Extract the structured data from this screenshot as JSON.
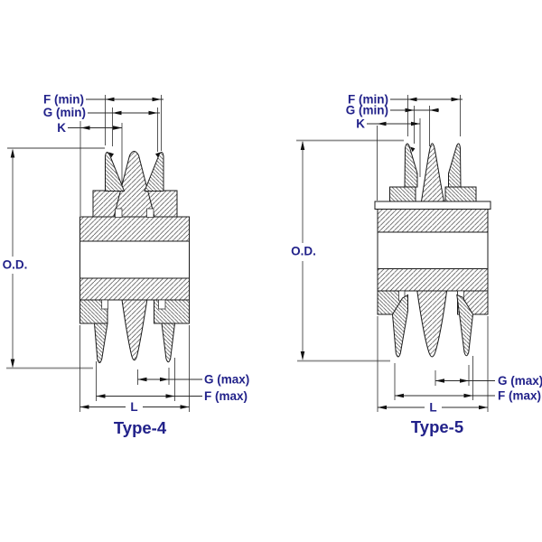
{
  "page": {
    "background": "#ffffff"
  },
  "colors": {
    "label_navy": "#22228a",
    "drawing_line": "#1a1a1a",
    "dimension_line": "#2b2b2b",
    "reference_gray": "#8f8f8f",
    "hatch": "#3c3c3c"
  },
  "diagrams": {
    "type4": {
      "title": "Type-4",
      "f_min": "F (min)",
      "g_min": "G (min)",
      "k": "K",
      "od": "O.D.",
      "g_max": "G (max)",
      "f_max": "F (max)",
      "l": "L"
    },
    "type5": {
      "title": "Type-5",
      "f_min": "F (min)",
      "g_min": "G (min)",
      "k": "K",
      "od": "O.D.",
      "g_max": "G (max)",
      "f_max": "F (max)",
      "l": "L"
    }
  }
}
